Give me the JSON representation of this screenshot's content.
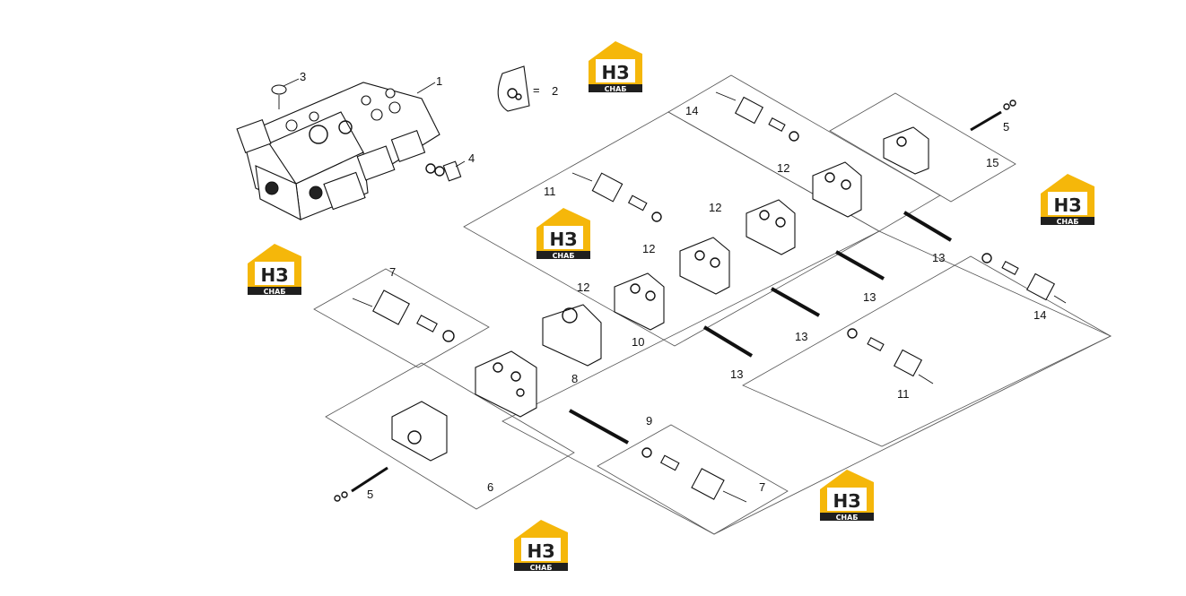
{
  "callouts": [
    "1",
    "2",
    "3",
    "4",
    "5",
    "5",
    "6",
    "7",
    "7",
    "8",
    "9",
    "10",
    "11",
    "11",
    "12",
    "12",
    "12",
    "12",
    "13",
    "13",
    "13",
    "13",
    "14",
    "14",
    "15"
  ],
  "kit_equals": "=",
  "watermark": {
    "top_text": "НЗ",
    "bottom_text": "СНАБ",
    "colors": {
      "accent": "#f5b70a",
      "dark": "#1f1f1f",
      "light": "#ffffff"
    }
  },
  "colors": {
    "line": "#111111",
    "frame": "#555555",
    "background": "#ffffff"
  }
}
